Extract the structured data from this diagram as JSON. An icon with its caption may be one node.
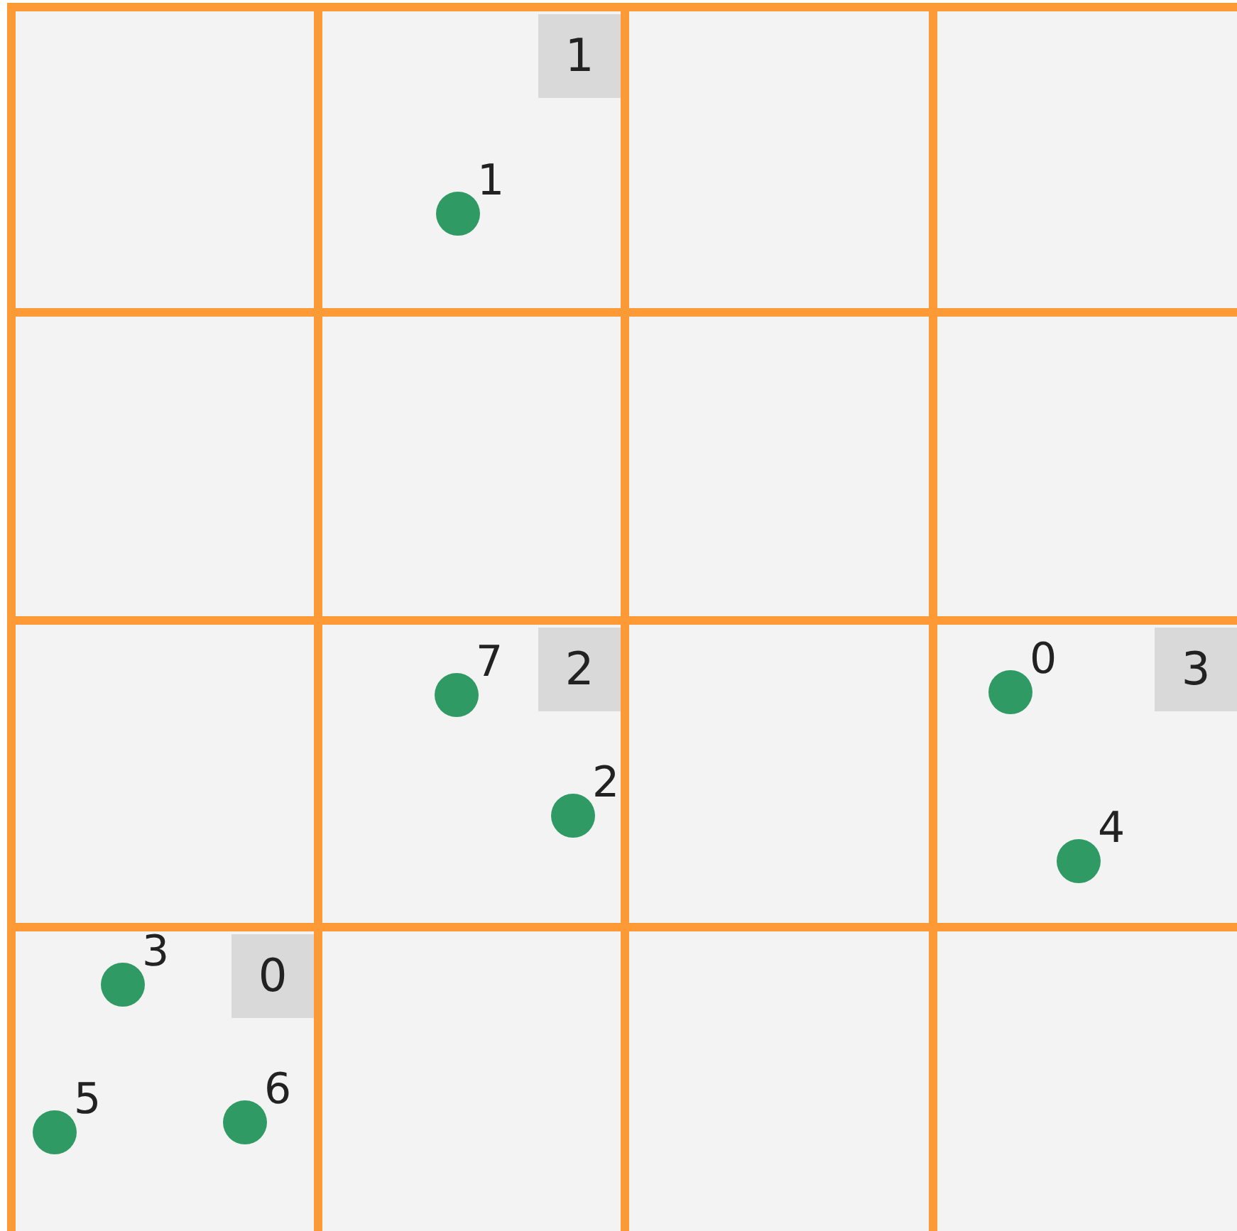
{
  "diagram": {
    "nodes": [
      {
        "text": [],
        "shape": "box"
      },
      {
        "text": [
          "1"
        ]
      },
      {
        "text": [],
        "shape": "box"
      },
      {
        "text": [],
        "shape": "box"
      },
      {
        "text": [],
        "shape": "box"
      },
      {
        "text": [],
        "shape": "box"
      },
      {
        "text": [],
        "shape": "box"
      },
      {
        "text": [],
        "shape": "box"
      },
      {
        "text": [],
        "shape": "box"
      },
      {
        "text": [
          "2"
        ]
      },
      {
        "text": [],
        "shape": "box"
      },
      {
        "text": [
          "3"
        ]
      },
      {
        "text": [
          "0"
        ]
      },
      {
        "text": [],
        "shape": "box"
      },
      {
        "text": [],
        "shape": "box"
      },
      {
        "text": [],
        "shape": "box"
      },
      {
        "text": [],
        "shape": "circle",
        "beside": [
          "1"
        ],
        "in": 1
      },
      {
        "text": [],
        "shape": "circle",
        "beside": [
          "7"
        ],
        "in": 9
      },
      {
        "text": [],
        "shape": "circle",
        "beside": [
          "0"
        ],
        "in": 11
      },
      {
        "text": [],
        "shape": "circle",
        "beside": [
          "2"
        ],
        "in": 9
      },
      {
        "text": [],
        "shape": "circle",
        "beside": [
          "4"
        ],
        "in": 11
      },
      {
        "text": [],
        "shape": "circle",
        "beside": [
          "3"
        ],
        "in": 12
      },
      {
        "text": [],
        "shape": "circle",
        "beside": [
          "5"
        ],
        "in": 12
      },
      {
        "text": [],
        "shape": "circle",
        "beside": [
          "6"
        ],
        "in": 12
      }
    ]
  }
}
